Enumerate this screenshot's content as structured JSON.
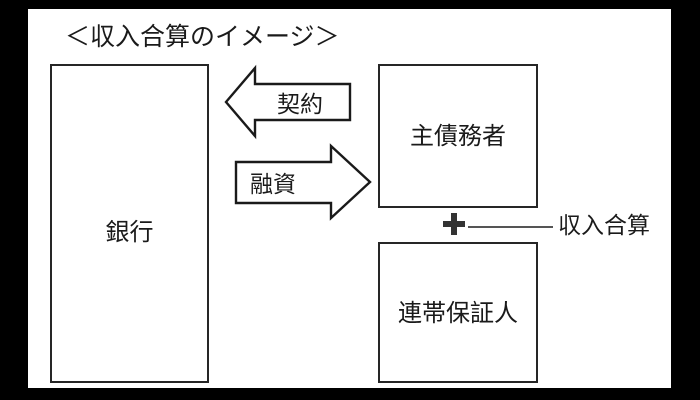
{
  "diagram": {
    "title": "＜収入合算のイメージ＞",
    "type": "flow-diagram",
    "background_color": "#ffffff",
    "frame_color": "#000000",
    "line_color": "#1a1a1a",
    "boxes": [
      {
        "id": "bank",
        "label": "銀行"
      },
      {
        "id": "principal_debtor",
        "label": "主債務者"
      },
      {
        "id": "joint_guarantor",
        "label": "連帯保証人"
      }
    ],
    "arrows": [
      {
        "id": "contract",
        "label": "契約",
        "direction": "left"
      },
      {
        "id": "loan",
        "label": "融資",
        "direction": "right"
      }
    ],
    "annotation": {
      "plus_symbol": "+",
      "label": "収入合算"
    }
  }
}
